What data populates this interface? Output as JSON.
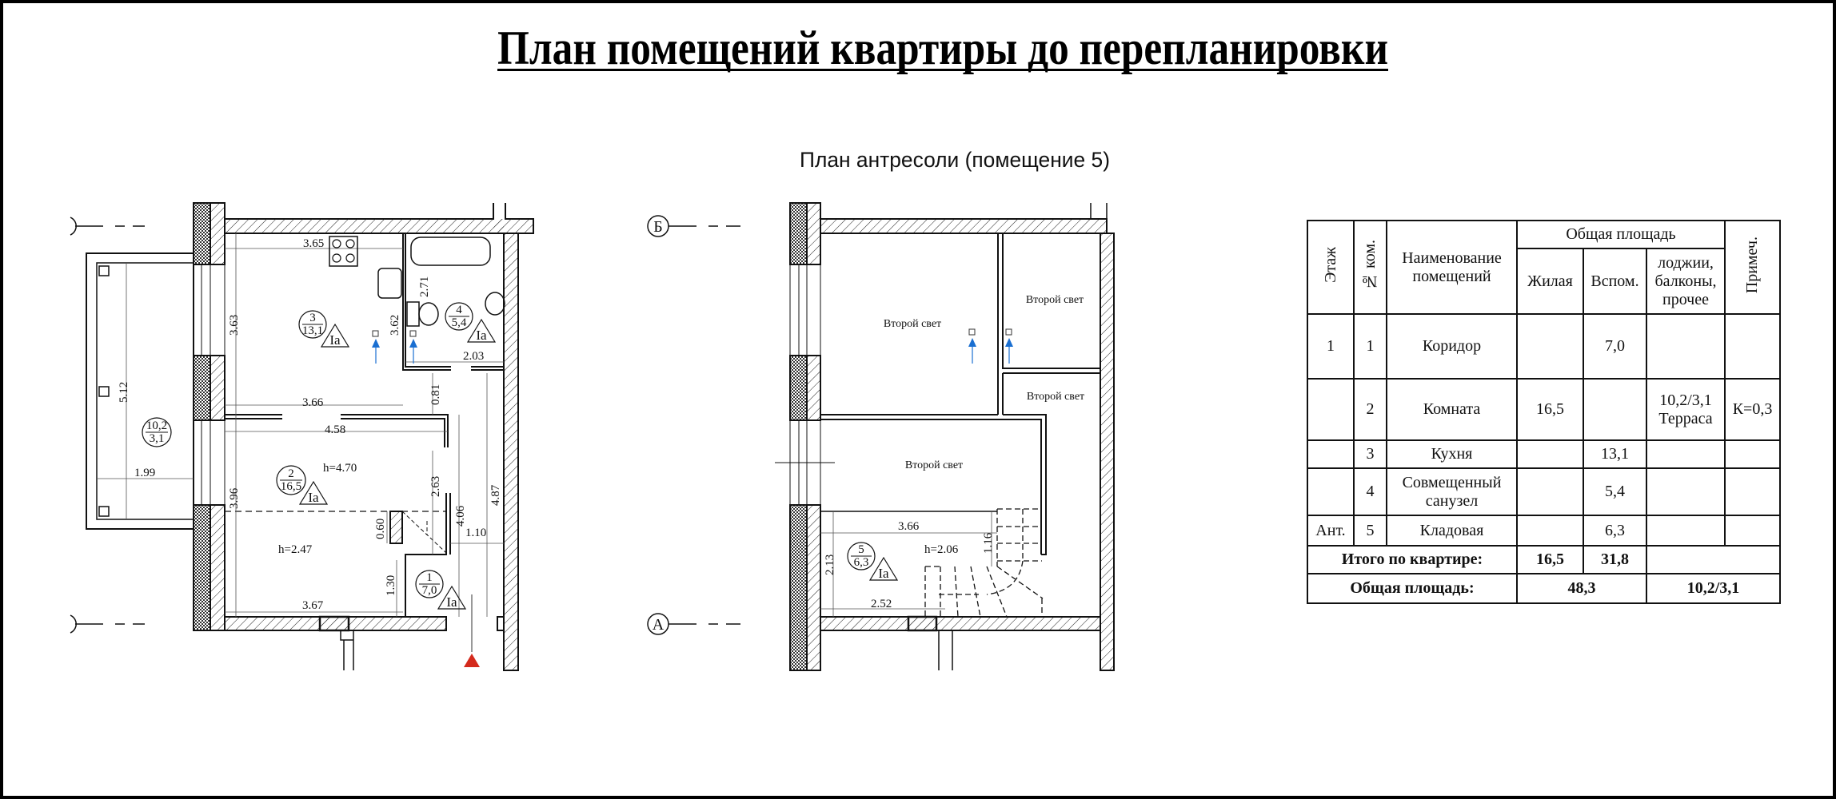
{
  "title": "План помещений квартиры до перепланировки",
  "subtitle": "План антресоли (помещение 5)",
  "colors": {
    "ink": "#111111",
    "accent_arrow": "#1a6fd1",
    "marker_red": "#d42a1c"
  },
  "plan_first_floor": {
    "rooms": [
      {
        "number": "3",
        "area": "13,1",
        "class": "Iа"
      },
      {
        "number": "4",
        "area": "5,4",
        "class": "Iа"
      },
      {
        "number": "2",
        "area": "16,5",
        "class": "Iа"
      },
      {
        "number": "1",
        "area": "7,0",
        "class": "Iа"
      },
      {
        "number": "10,2",
        "area": "3,1"
      }
    ],
    "dimensions": [
      "3.65",
      "2.71",
      "3.63",
      "3.62",
      "2.03",
      "0.81",
      "3.66",
      "4.58",
      "5.12",
      "1.99",
      "3.96",
      "2.63",
      "4.06",
      "4.87",
      "0.60",
      "1.10",
      "1.30",
      "3.67"
    ],
    "heights": [
      "h=4.70",
      "h=2.47"
    ]
  },
  "plan_mezzanine": {
    "axes": [
      "Б",
      "А"
    ],
    "second_light": [
      "Второй свет",
      "Второй свет",
      "Второй свет",
      "Второй свет"
    ],
    "room": {
      "number": "5",
      "area": "6,3",
      "class": "Iа"
    },
    "dimensions": [
      "3.66",
      "1.16",
      "2.13",
      "2.52"
    ],
    "height": "h=2.06"
  },
  "table": {
    "headers": {
      "floor": "Этаж",
      "room_no": "№ ком.",
      "name": "Наименование помещений",
      "total_area": "Общая площадь",
      "living": "Жилая",
      "auxiliary": "Вспом.",
      "loggias": "лоджии, балконы, прочее",
      "note": "Примеч."
    },
    "rows": [
      {
        "floor": "1",
        "no": "1",
        "name": "Коридор",
        "living": "",
        "aux": "7,0",
        "loggia": "",
        "note": ""
      },
      {
        "floor": "",
        "no": "2",
        "name": "Комната",
        "living": "16,5",
        "aux": "",
        "loggia": "10,2/3,1",
        "loggia2": "Терраса",
        "note": "К=0,3"
      },
      {
        "floor": "",
        "no": "3",
        "name": "Кухня",
        "living": "",
        "aux": "13,1",
        "loggia": "",
        "note": ""
      },
      {
        "floor": "",
        "no": "4",
        "name": "Совмещенный санузел",
        "living": "",
        "aux": "5,4",
        "loggia": "",
        "note": ""
      },
      {
        "floor": "Ант.",
        "no": "5",
        "name": "Кладовая",
        "living": "",
        "aux": "6,3",
        "loggia": "",
        "note": ""
      }
    ],
    "total_apartment": {
      "label": "Итого по квартире:",
      "living": "16,5",
      "aux": "31,8"
    },
    "total_area": {
      "label": "Общая площадь:",
      "value": "48,3",
      "loggia": "10,2/3,1"
    }
  }
}
